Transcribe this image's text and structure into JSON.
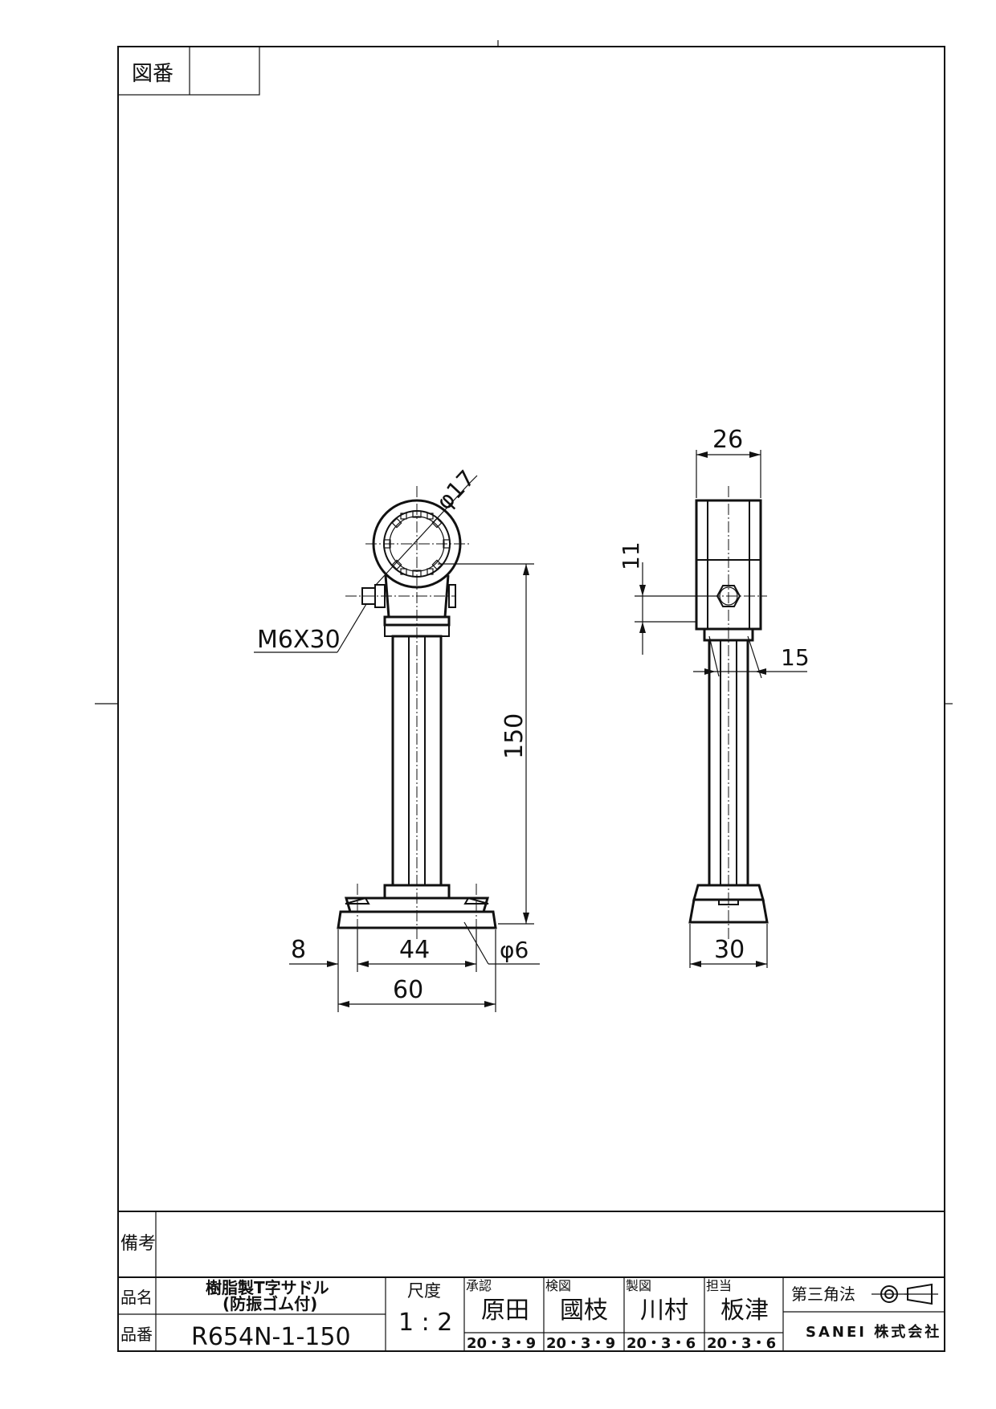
{
  "header": {
    "drawing_no_label": "図番",
    "drawing_no_value": ""
  },
  "dimensions": {
    "pipe_dia": "φ17",
    "bolt": "M6X30",
    "height": "150",
    "edge": "8",
    "hole_pitch": "44",
    "hole_dia": "φ6",
    "base_width": "60",
    "side_top_width": "26",
    "bolt_offset": "11",
    "stem_width": "15",
    "side_base_width": "30"
  },
  "title_block": {
    "remarks_label": "備考",
    "remarks_value": "",
    "name_label": "品名",
    "name_line1": "樹脂製T字サドル",
    "name_line2": "(防振ゴム付)",
    "part_no_label": "品番",
    "part_no": "R654N-1-150",
    "scale_label": "尺度",
    "scale_value": "1 : 2",
    "approvals": [
      {
        "role": "承認",
        "name": "原田",
        "date": "20・3・9"
      },
      {
        "role": "検図",
        "name": "國枝",
        "date": "20・3・9"
      },
      {
        "role": "製図",
        "name": "川村",
        "date": "20・3・6"
      },
      {
        "role": "担当",
        "name": "板津",
        "date": "20・3・6"
      }
    ],
    "projection": "第三角法",
    "company": "SANEI 株式会社"
  }
}
